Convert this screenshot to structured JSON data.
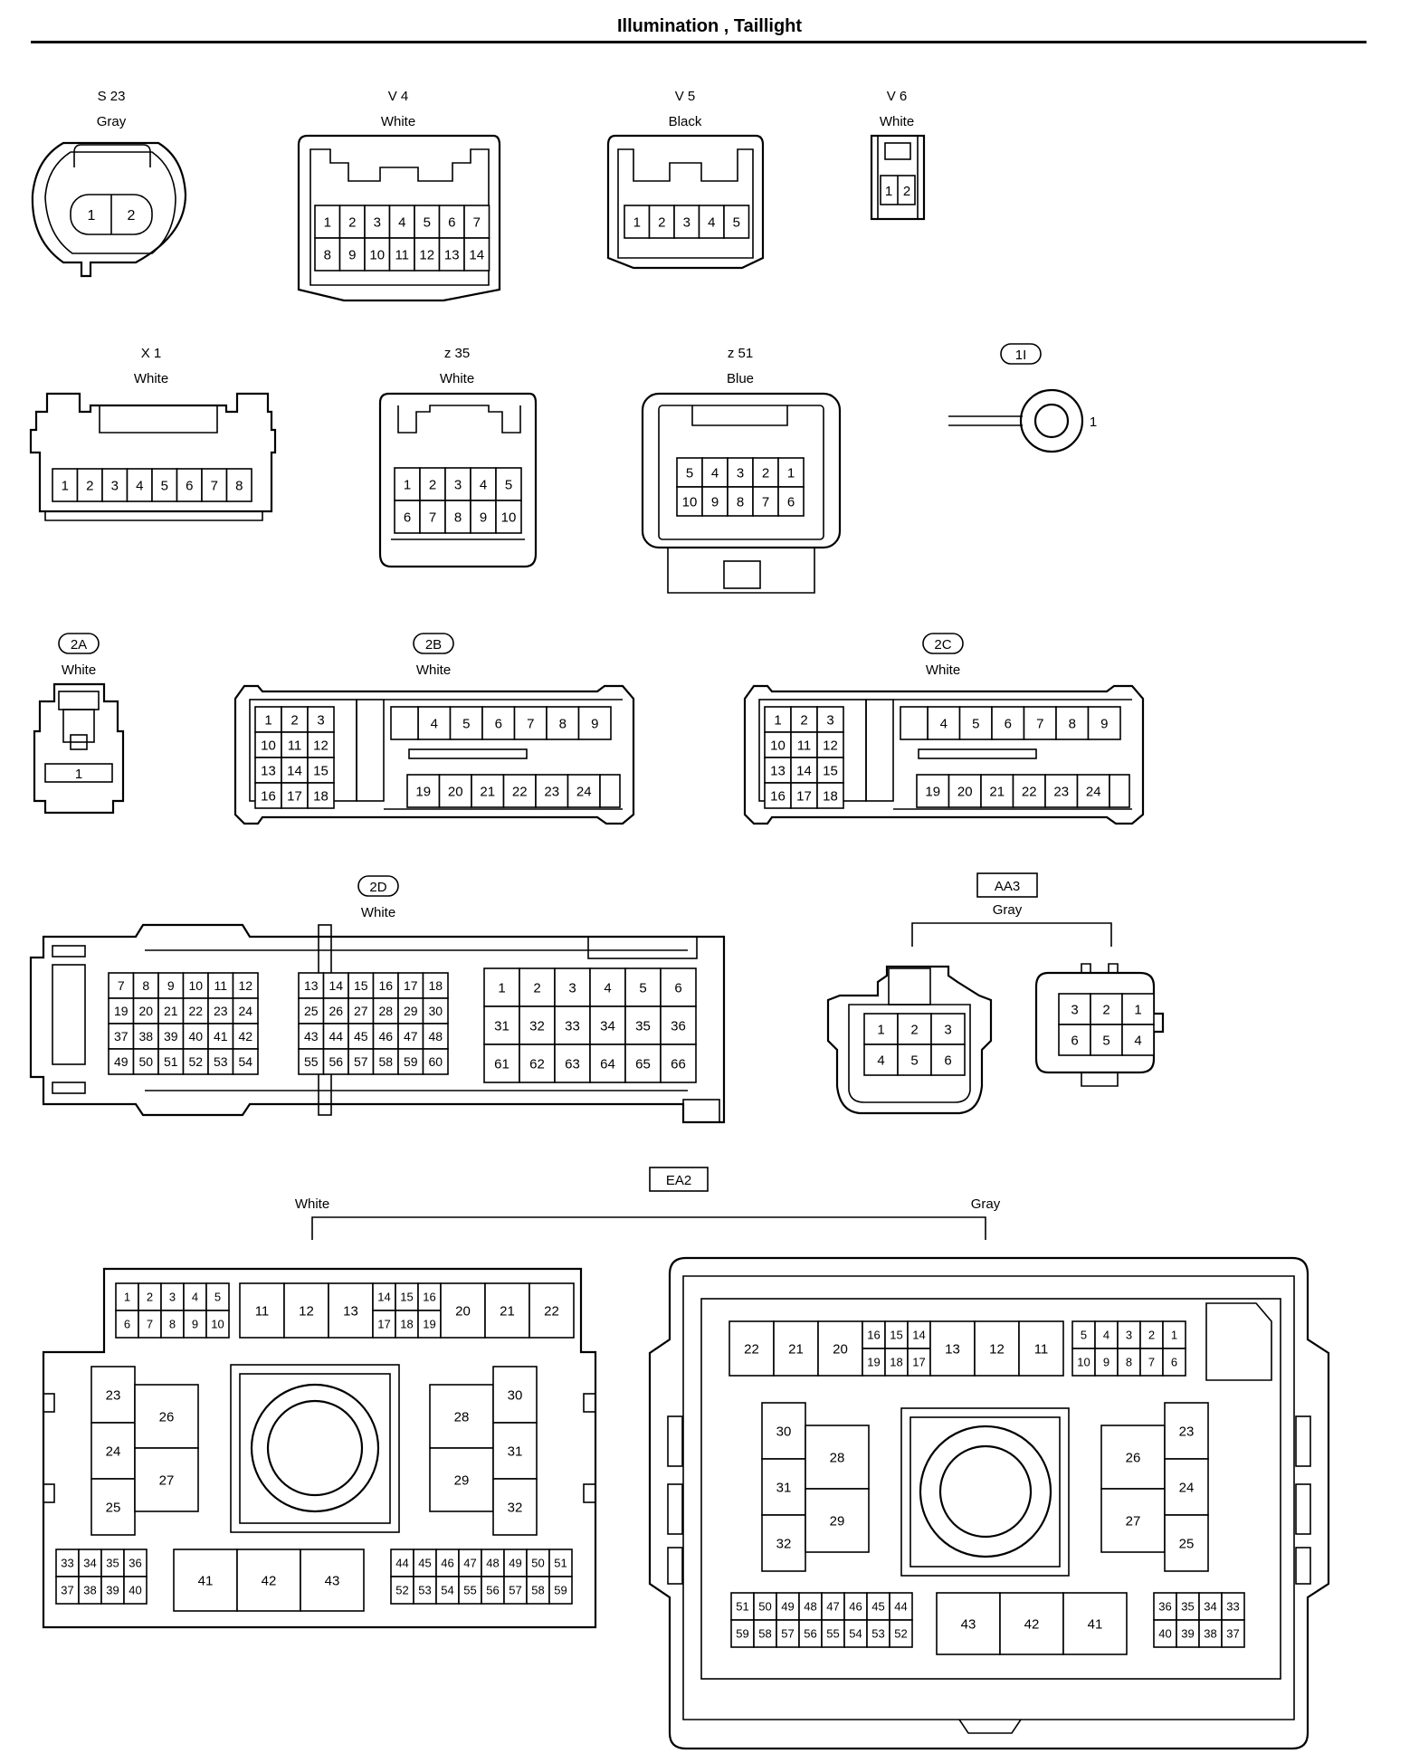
{
  "title": "Illumination , Taillight",
  "connectors": [
    {
      "id": "S 23",
      "color": "Gray",
      "boxed": false,
      "pins": [
        "1",
        "2"
      ]
    },
    {
      "id": "V 4",
      "color": "White",
      "boxed": false,
      "pins": [
        "1",
        "2",
        "3",
        "4",
        "5",
        "6",
        "7",
        "8",
        "9",
        "10",
        "11",
        "12",
        "13",
        "14"
      ]
    },
    {
      "id": "V 5",
      "color": "Black",
      "boxed": false,
      "pins": [
        "1",
        "2",
        "3",
        "4",
        "5"
      ]
    },
    {
      "id": "V 6",
      "color": "White",
      "boxed": false,
      "pins": [
        "1",
        "2"
      ]
    },
    {
      "id": "X 1",
      "color": "White",
      "boxed": false,
      "pins": [
        "1",
        "2",
        "3",
        "4",
        "5",
        "6",
        "7",
        "8"
      ]
    },
    {
      "id": "z 35",
      "color": "White",
      "boxed": false,
      "pins": [
        "1",
        "2",
        "3",
        "4",
        "5",
        "6",
        "7",
        "8",
        "9",
        "10"
      ]
    },
    {
      "id": "z 51",
      "color": "Blue",
      "boxed": false,
      "pins": [
        "5",
        "4",
        "3",
        "2",
        "1",
        "10",
        "9",
        "8",
        "7",
        "6"
      ]
    },
    {
      "id": "1I",
      "color": "",
      "boxed": "round",
      "pins": [
        "1"
      ]
    },
    {
      "id": "2A",
      "color": "White",
      "boxed": "round",
      "pins": [
        "1"
      ]
    },
    {
      "id": "2B",
      "color": "White",
      "boxed": "round",
      "pins": [
        "1",
        "2",
        "3",
        "10",
        "11",
        "12",
        "13",
        "14",
        "15",
        "16",
        "17",
        "18",
        "4",
        "5",
        "6",
        "7",
        "8",
        "9",
        "19",
        "20",
        "21",
        "22",
        "23",
        "24"
      ]
    },
    {
      "id": "2C",
      "color": "White",
      "boxed": "round",
      "pins": [
        "1",
        "2",
        "3",
        "10",
        "11",
        "12",
        "13",
        "14",
        "15",
        "16",
        "17",
        "18",
        "4",
        "5",
        "6",
        "7",
        "8",
        "9",
        "19",
        "20",
        "21",
        "22",
        "23",
        "24"
      ]
    },
    {
      "id": "2D",
      "color": "White",
      "boxed": "round",
      "pins": [
        "7",
        "8",
        "9",
        "10",
        "11",
        "12",
        "19",
        "20",
        "21",
        "22",
        "23",
        "24",
        "37",
        "38",
        "39",
        "40",
        "41",
        "42",
        "49",
        "50",
        "51",
        "52",
        "53",
        "54",
        "13",
        "14",
        "15",
        "16",
        "17",
        "18",
        "25",
        "26",
        "27",
        "28",
        "29",
        "30",
        "43",
        "44",
        "45",
        "46",
        "47",
        "48",
        "55",
        "56",
        "57",
        "58",
        "59",
        "60",
        "1",
        "2",
        "3",
        "4",
        "5",
        "6",
        "31",
        "32",
        "33",
        "34",
        "35",
        "36",
        "61",
        "62",
        "63",
        "64",
        "65",
        "66"
      ]
    },
    {
      "id": "AA3",
      "color": "Gray",
      "boxed": "square",
      "pins": [
        "1",
        "2",
        "3",
        "4",
        "5",
        "6",
        "3",
        "2",
        "1",
        "6",
        "5",
        "4"
      ]
    },
    {
      "id": "EA2",
      "color_left": "White",
      "color_right": "Gray",
      "boxed": "square",
      "white_top_small": [
        "1",
        "2",
        "3",
        "4",
        "5",
        "6",
        "7",
        "8",
        "9",
        "10"
      ],
      "white_top_big": [
        "11",
        "12",
        "13",
        "20",
        "21",
        "22"
      ],
      "white_top_grid": [
        "14",
        "15",
        "16",
        "17",
        "18",
        "19"
      ],
      "white_left": [
        "23",
        "24",
        "25",
        "26",
        "27"
      ],
      "white_right": [
        "28",
        "29",
        "30",
        "31",
        "32"
      ],
      "white_bottom_left": [
        "33",
        "34",
        "35",
        "36",
        "37",
        "38",
        "39",
        "40"
      ],
      "white_bottom_mid": [
        "41",
        "42",
        "43"
      ],
      "white_bottom_right": [
        "44",
        "45",
        "46",
        "47",
        "48",
        "49",
        "50",
        "51",
        "52",
        "53",
        "54",
        "55",
        "56",
        "57",
        "58",
        "59"
      ],
      "gray_top_big": [
        "22",
        "21",
        "20",
        "13",
        "12",
        "11"
      ],
      "gray_top_grid": [
        "16",
        "15",
        "14",
        "19",
        "18",
        "17"
      ],
      "gray_top_small": [
        "5",
        "4",
        "3",
        "2",
        "1",
        "10",
        "9",
        "8",
        "7",
        "6"
      ],
      "gray_left": [
        "30",
        "31",
        "32",
        "28",
        "29"
      ],
      "gray_right": [
        "26",
        "27",
        "23",
        "24",
        "25"
      ],
      "gray_bottom_left": [
        "51",
        "50",
        "49",
        "48",
        "47",
        "46",
        "45",
        "44",
        "59",
        "58",
        "57",
        "56",
        "55",
        "54",
        "53",
        "52"
      ],
      "gray_bottom_mid": [
        "43",
        "42",
        "41"
      ],
      "gray_bottom_right": [
        "36",
        "35",
        "34",
        "33",
        "40",
        "39",
        "38",
        "37"
      ]
    }
  ]
}
